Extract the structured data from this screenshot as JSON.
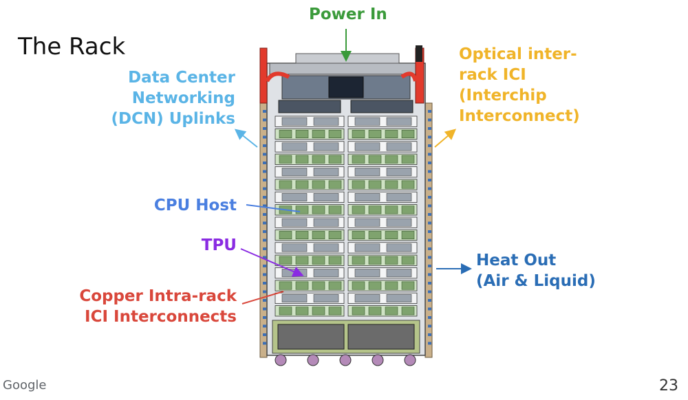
{
  "slide": {
    "title": "The Rack",
    "footer_logo": "Google",
    "page_number": "23"
  },
  "labels": {
    "power_in": {
      "text": [
        "Power In"
      ],
      "color": "#3a9a3a"
    },
    "dcn": {
      "text": [
        "Data Center",
        "Networking",
        "(DCN) Uplinks"
      ],
      "color": "#5ab4e6"
    },
    "optical": {
      "text": [
        "Optical inter-",
        "rack ICI",
        "(Interchip",
        "Interconnect)"
      ],
      "color": "#f0b429"
    },
    "cpu_host": {
      "text": [
        "CPU Host"
      ],
      "color": "#4a7fe0"
    },
    "tpu": {
      "text": [
        "TPU"
      ],
      "color": "#8a2be2"
    },
    "copper": {
      "text": [
        "Copper Intra-rack",
        "ICI Interconnects"
      ],
      "color": "#d9473b"
    },
    "heat_out": {
      "text": [
        "Heat Out",
        "(Air & Liquid)"
      ],
      "color": "#2a6db5"
    }
  },
  "rack": {
    "tray_rows": 8,
    "columns": 2,
    "wheels": 5
  }
}
